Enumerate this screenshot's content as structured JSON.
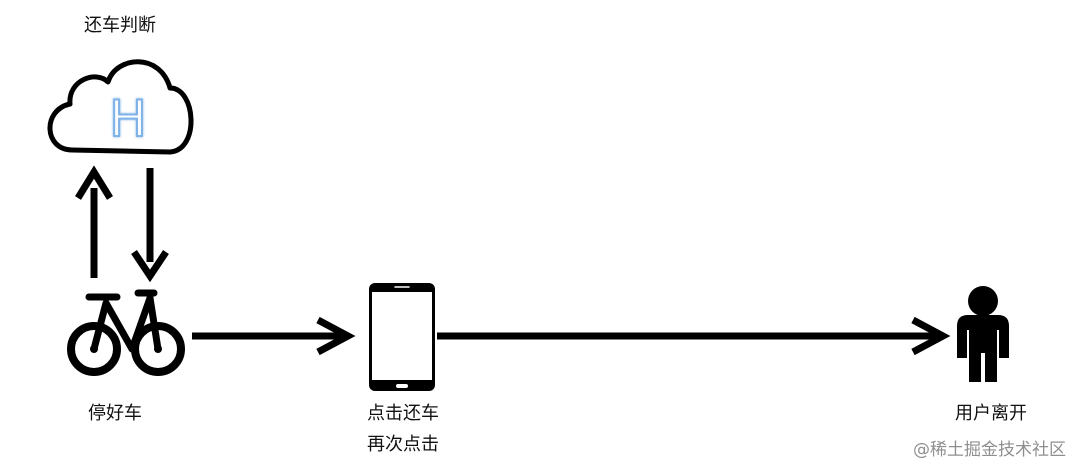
{
  "nodes": {
    "cloud": {
      "label": "还车判断",
      "glyph": "H",
      "icon": "cloud-icon"
    },
    "bike": {
      "label": "停好车",
      "icon": "bicycle-icon"
    },
    "phone": {
      "label_line1": "点击还车",
      "label_line2": "再次点击",
      "icon": "smartphone-icon"
    },
    "user": {
      "label": "用户离开",
      "icon": "person-icon"
    }
  },
  "edges": [
    {
      "from": "bike",
      "to": "cloud"
    },
    {
      "from": "cloud",
      "to": "bike"
    },
    {
      "from": "bike",
      "to": "phone"
    },
    {
      "from": "phone",
      "to": "user"
    }
  ],
  "watermark": "@稀土掘金技术社区",
  "colors": {
    "stroke": "#000000",
    "glyph_fill": "#ffffff",
    "glyph_outline": "#7fb3e8",
    "label_text": "#111111",
    "watermark_text": "#8f8f8f"
  }
}
